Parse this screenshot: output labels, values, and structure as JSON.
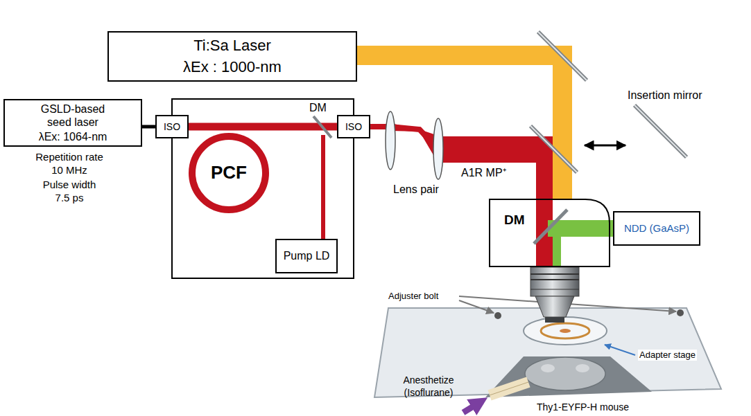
{
  "diagram": {
    "nodes": [
      {
        "text": [
          "Ti:Sa Laser",
          "λEx : 1000-nm"
        ]
      },
      {
        "text": [
          "GSLD-based seed laser",
          "λEx: 1064-nm"
        ]
      },
      {
        "text": [
          "ISO"
        ]
      },
      {
        "text": [
          "PCF"
        ]
      },
      {
        "text": [
          "Pump LD"
        ]
      },
      {
        "text": [
          "ISO"
        ]
      },
      {
        "text": [
          "A1R MP⁺",
          "DM"
        ]
      },
      {
        "text": [
          "NDD (GaAsP)"
        ]
      }
    ],
    "edges": [
      {
        "from": 1,
        "to": 2,
        "arrow": "none"
      },
      {
        "from": 2,
        "to": 5,
        "arrow": "none"
      },
      {
        "from": 0,
        "to": 6,
        "arrow": "none"
      },
      {
        "from": 5,
        "to": 6,
        "arrow": "none"
      },
      {
        "from": 6,
        "to": 7,
        "arrow": "none"
      }
    ],
    "labels": [
      "Repetition rate 10 MHz",
      "Pulse width 7.5 ps",
      "DM",
      "Lens pair",
      "Insertion mirror",
      "Adjuster bolt",
      "Adapter stage",
      "Anesthetize (Isoflurane)",
      "Thy1-EYFP-H mouse"
    ]
  }
}
